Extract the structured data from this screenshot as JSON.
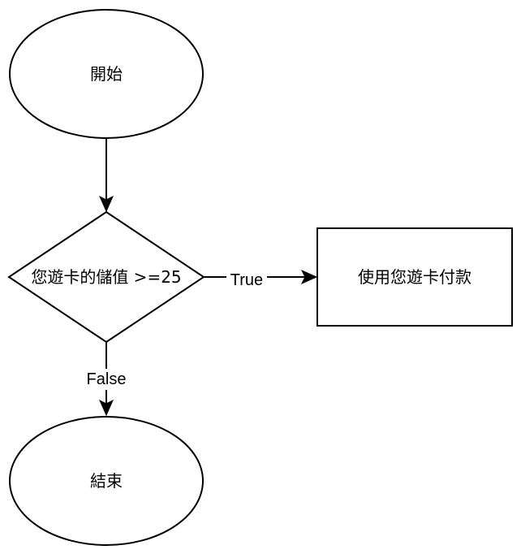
{
  "nodes": {
    "start": {
      "label": "開始",
      "shape": "ellipse"
    },
    "decision": {
      "label": "您遊卡的儲值 >=25",
      "shape": "diamond"
    },
    "pay": {
      "label": "使用您遊卡付款",
      "shape": "rectangle"
    },
    "end": {
      "label": "結束",
      "shape": "ellipse"
    }
  },
  "edges": {
    "true_label": "True",
    "false_label": "False"
  },
  "colors": {
    "stroke": "#000000",
    "fill": "#ffffff",
    "background": "#ffffff"
  }
}
